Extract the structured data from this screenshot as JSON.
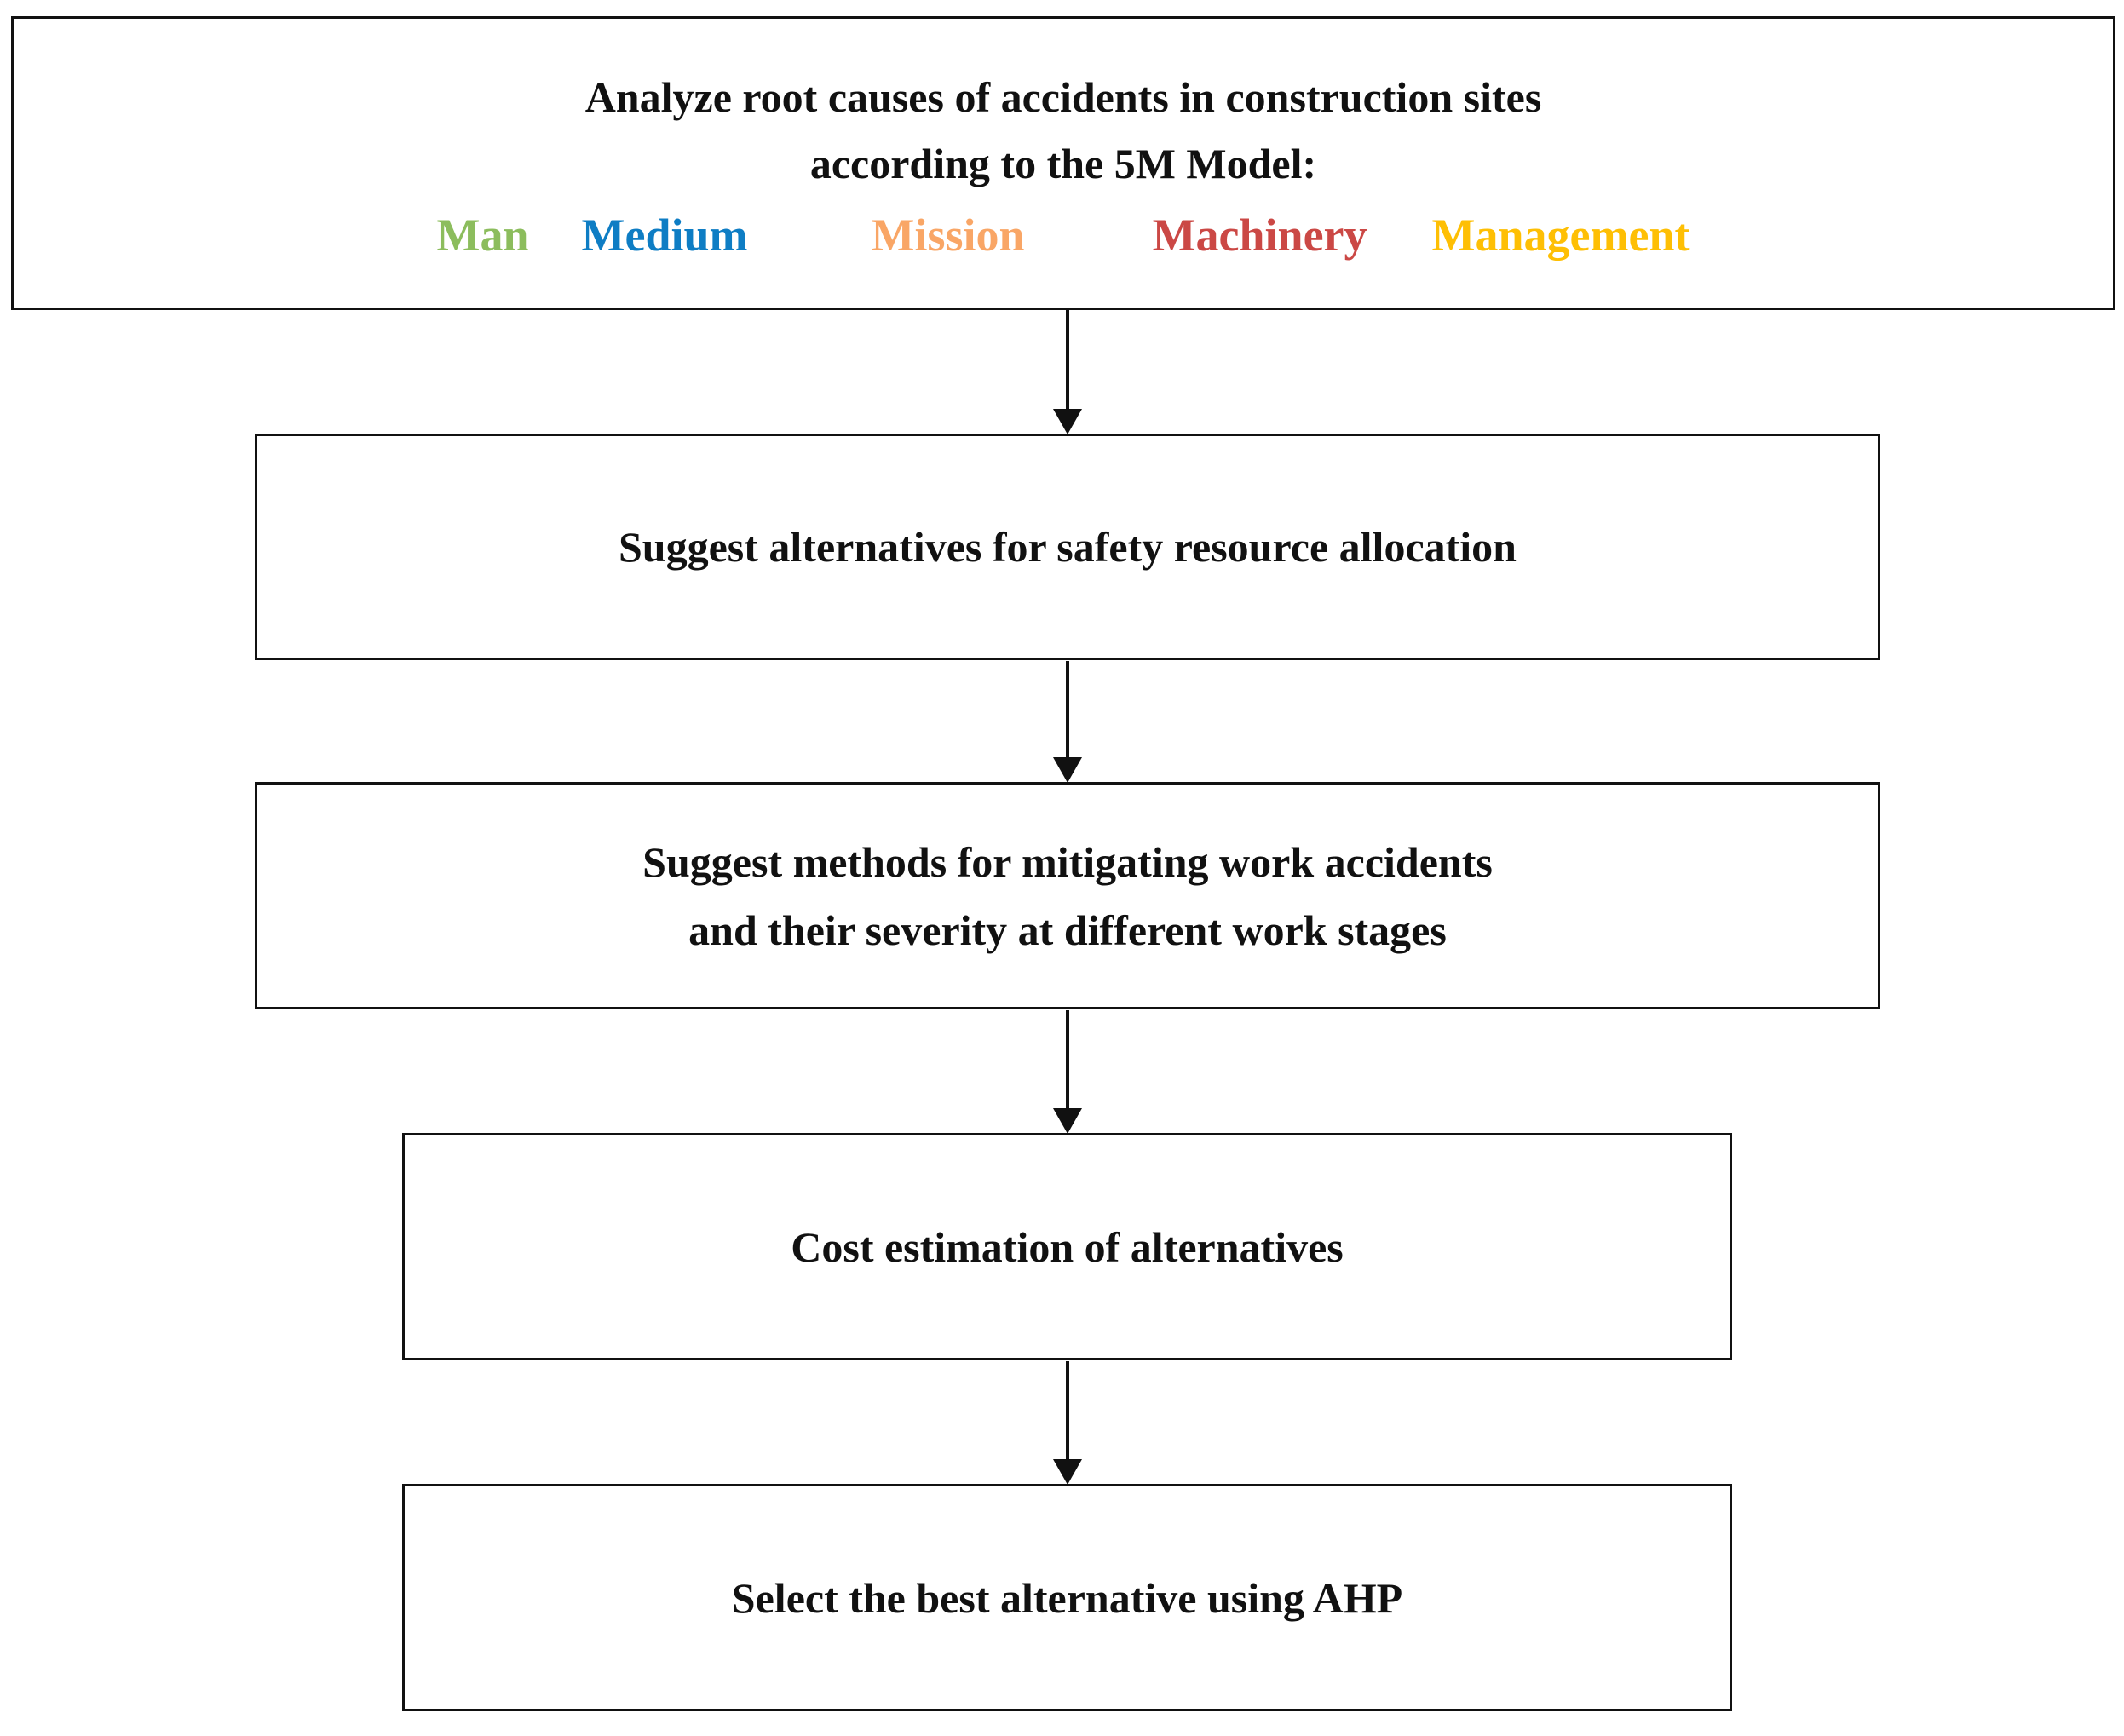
{
  "diagram": {
    "title_box": {
      "line1": "Analyze root causes of accidents in construction sites",
      "line2": "according to the 5M Model:",
      "keywords": [
        {
          "label": "Man",
          "color": "#8CBD5D"
        },
        {
          "label": "Medium",
          "color": "#0E7DC4"
        },
        {
          "label": "Mission",
          "color": "#F9A666"
        },
        {
          "label": "Machinery",
          "color": "#CB4845"
        },
        {
          "label": "Management",
          "color": "#FEBF04"
        }
      ]
    },
    "steps": [
      {
        "lines": [
          "Suggest alternatives for safety resource allocation"
        ]
      },
      {
        "lines": [
          "Suggest methods for mitigating work accidents",
          "and their severity at different work stages"
        ]
      },
      {
        "lines": [
          "Cost estimation of alternatives"
        ]
      },
      {
        "lines": [
          "Select the best alternative using AHP"
        ]
      }
    ]
  }
}
